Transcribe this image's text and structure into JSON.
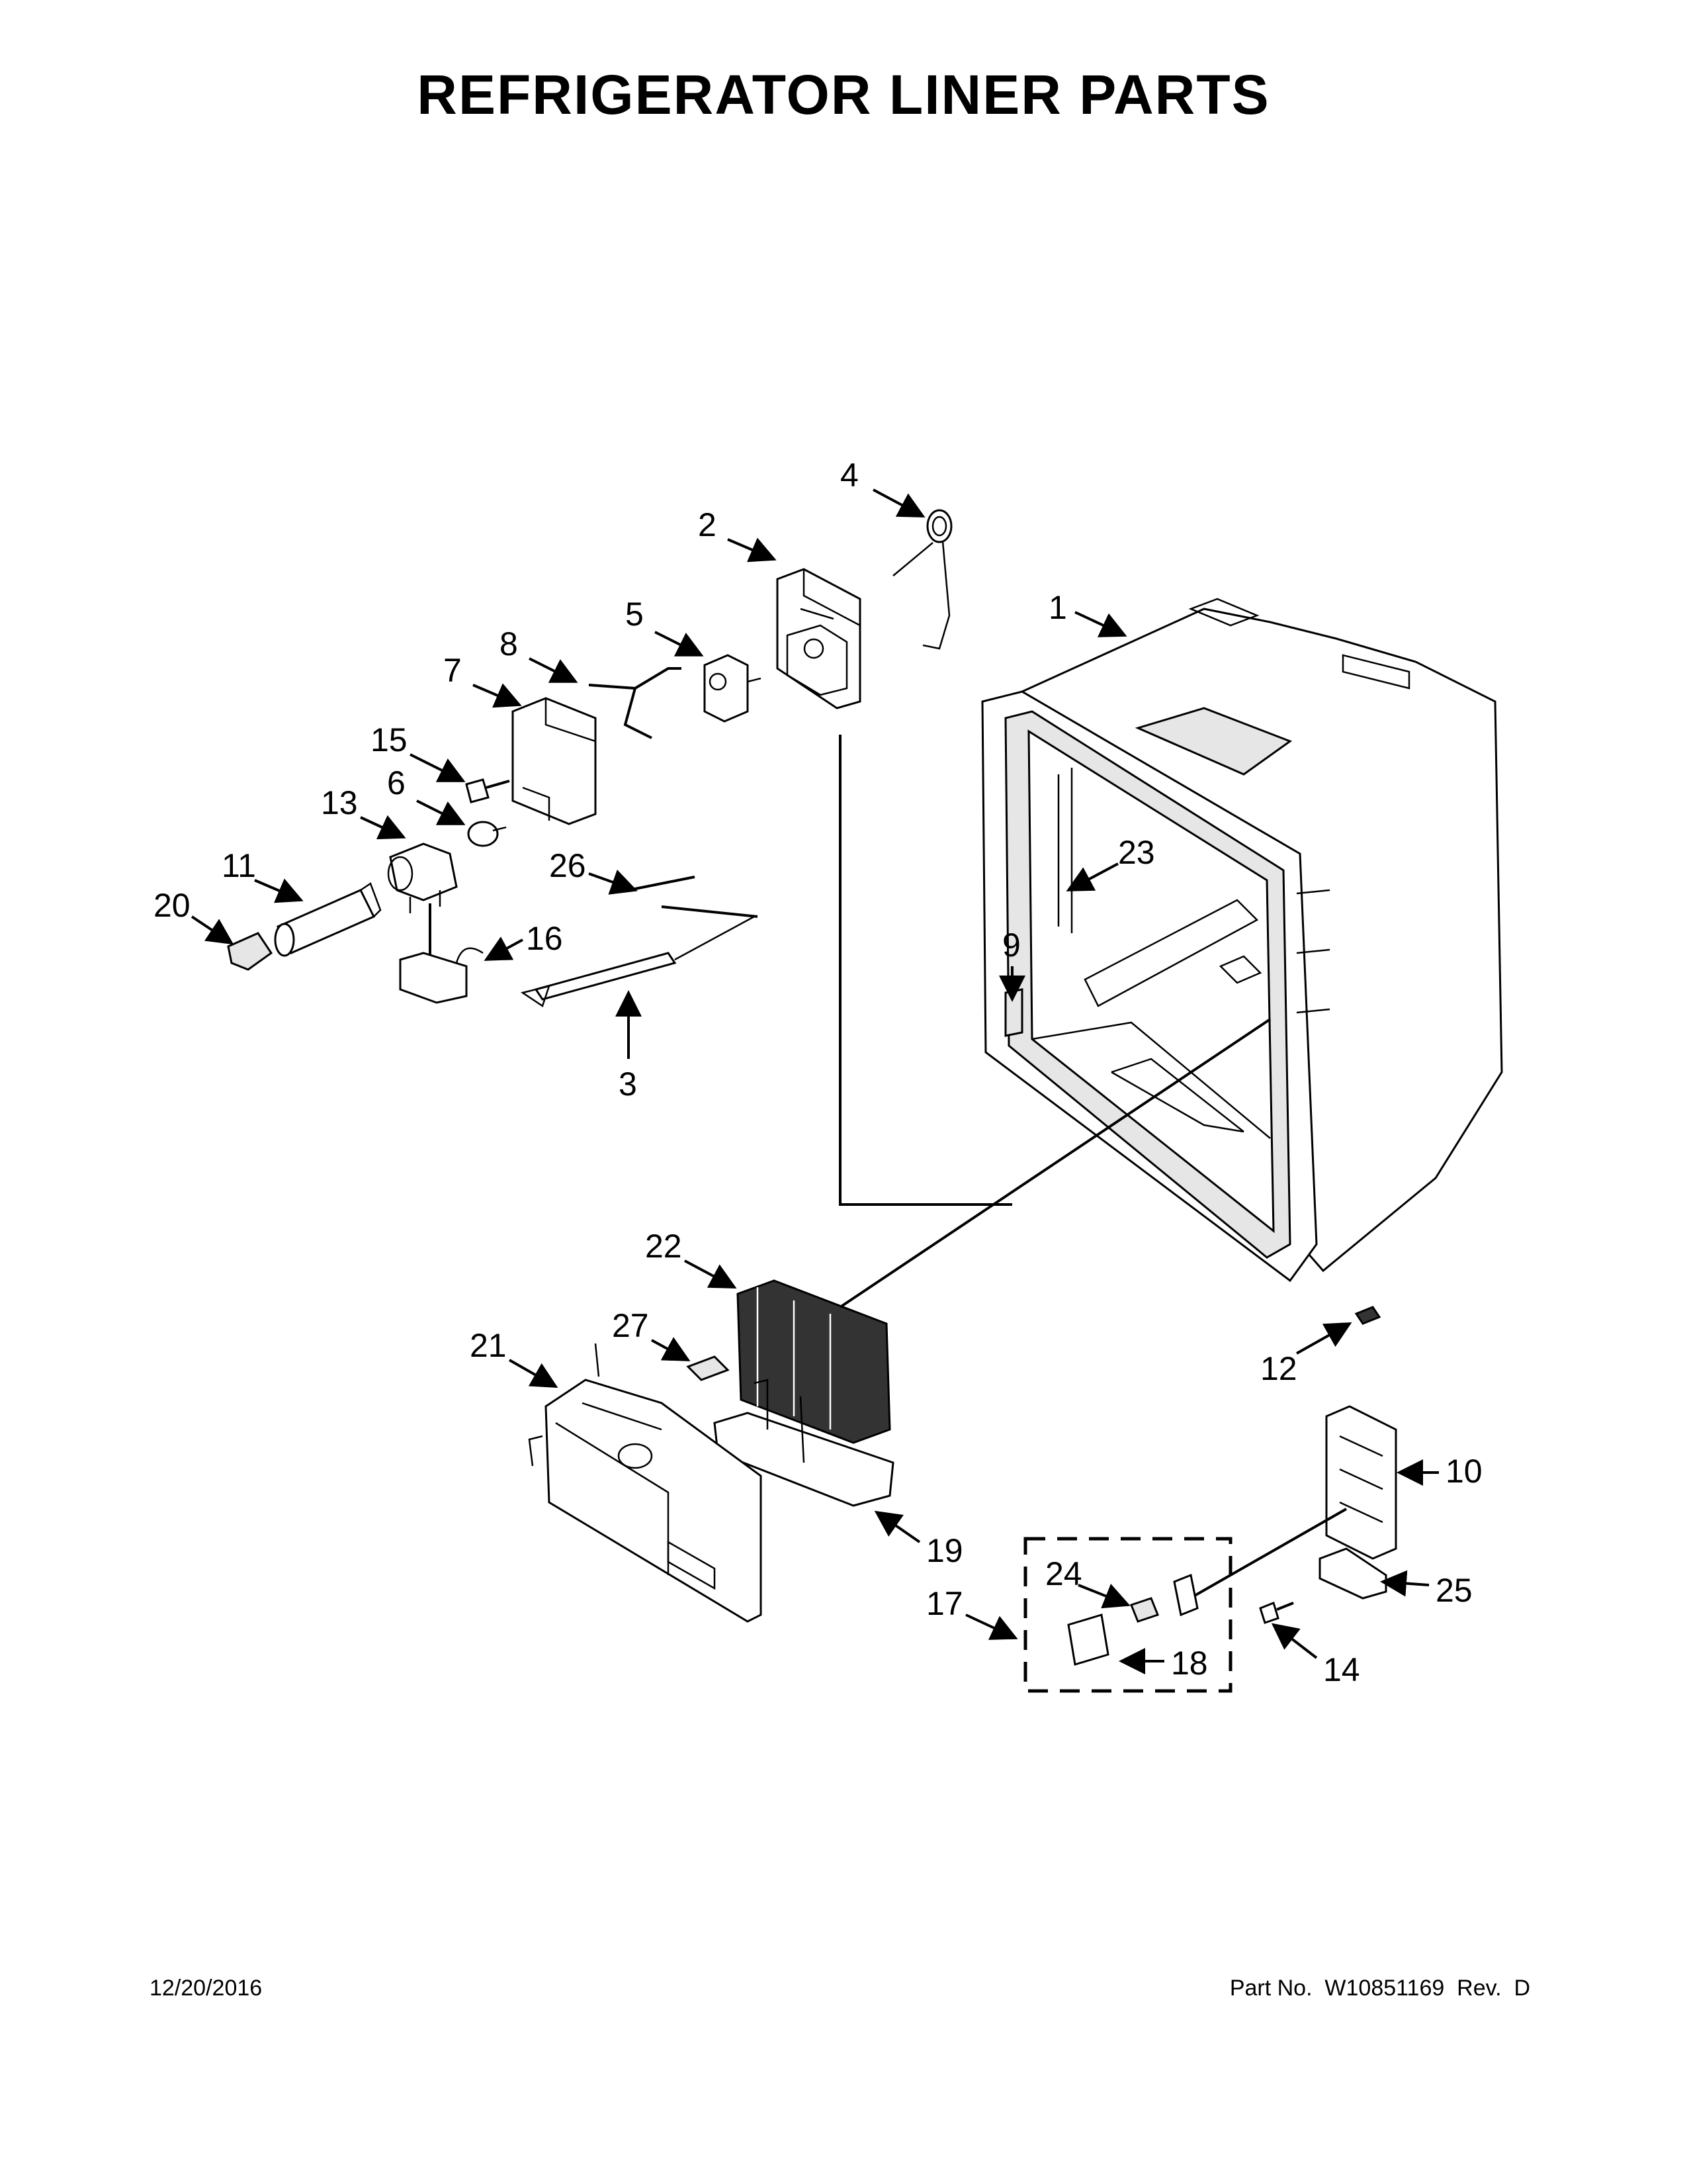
{
  "title": "REFRIGERATOR LINER PARTS",
  "footer": {
    "date": "12/20/2016",
    "part_number": "Part No.  W10851169  Rev.  D"
  },
  "callouts": {
    "c1": "1",
    "c2": "2",
    "c3": "3",
    "c4": "4",
    "c5": "5",
    "c6": "6",
    "c7": "7",
    "c8": "8",
    "c9": "9",
    "c10": "10",
    "c11": "11",
    "c12": "12",
    "c13": "13",
    "c14": "14",
    "c15": "15",
    "c16": "16",
    "c17": "17",
    "c18": "18",
    "c19": "19",
    "c20": "20",
    "c21": "21",
    "c22": "22",
    "c23": "23",
    "c24": "24",
    "c25": "25",
    "c26": "26",
    "c27": "27"
  }
}
